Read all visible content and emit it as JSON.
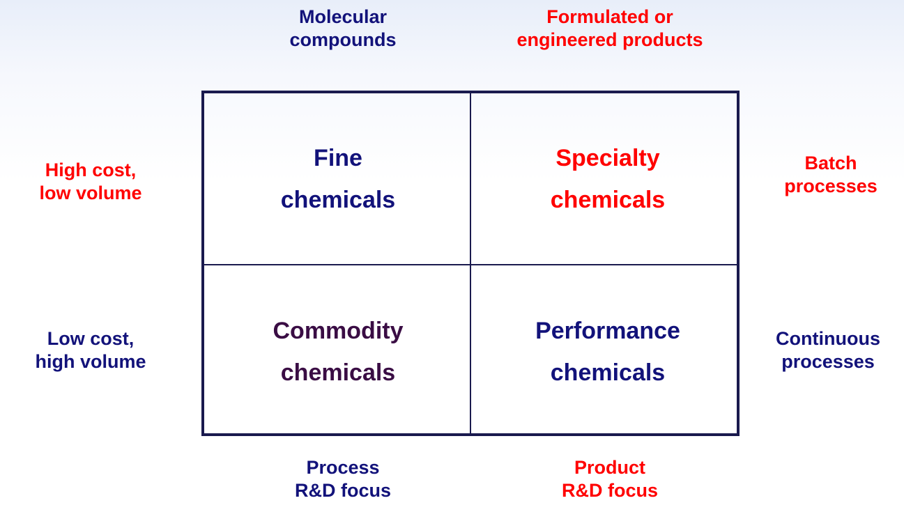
{
  "colors": {
    "navy": "#12127a",
    "red": "#ff0000",
    "commodity": "#3a0d44",
    "grid_line": "#1a1a4e"
  },
  "top": {
    "left": {
      "line1": "Molecular",
      "line2": "compounds"
    },
    "right": {
      "line1": "Formulated or",
      "line2": "engineered products"
    }
  },
  "left_side": {
    "upper": {
      "line1": "High cost,",
      "line2": "low volume"
    },
    "lower": {
      "line1": "Low cost,",
      "line2": "high volume"
    }
  },
  "right_side": {
    "upper": {
      "line1": "Batch",
      "line2": "processes"
    },
    "lower": {
      "line1": "Continuous",
      "line2": "processes"
    }
  },
  "bottom": {
    "left": {
      "line1": "Process",
      "line2": "R&D focus"
    },
    "right": {
      "line1": "Product",
      "line2": "R&D focus"
    }
  },
  "cells": {
    "top_left": {
      "line1": "Fine",
      "line2": "chemicals"
    },
    "top_right": {
      "line1": "Specialty",
      "line2": "chemicals"
    },
    "bottom_left": {
      "line1": "Commodity",
      "line2": "chemicals"
    },
    "bottom_right": {
      "line1": "Performance",
      "line2": "chemicals"
    }
  }
}
